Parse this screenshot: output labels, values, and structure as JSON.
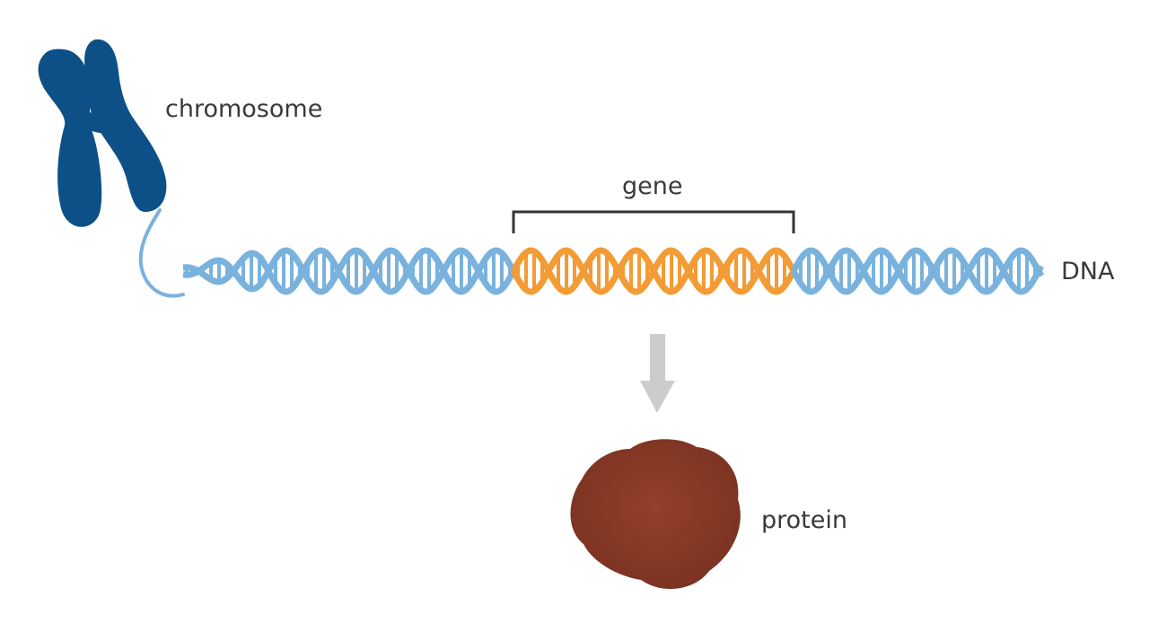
{
  "labels": {
    "chromosome": "chromosome",
    "gene": "gene",
    "dna": "DNA",
    "protein": "protein"
  },
  "colors": {
    "chromosome": "#0d5087",
    "dna": "#7ab2de",
    "gene": "#f39b34",
    "bracket": "#333333",
    "arrow": "#cccccc",
    "protein": "#8a3a26",
    "text": "#3a3a3a"
  }
}
